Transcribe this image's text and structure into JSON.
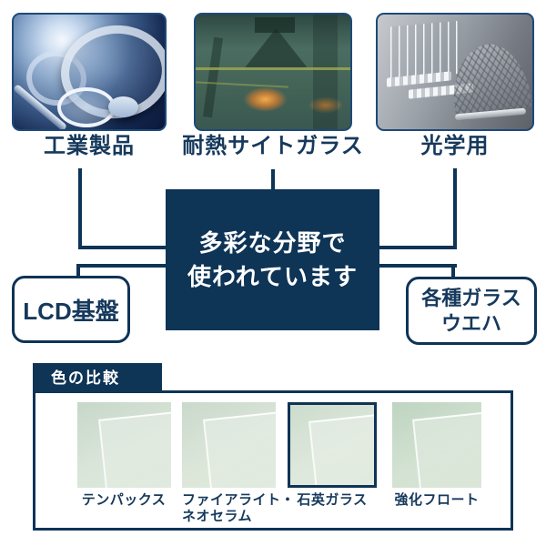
{
  "colors": {
    "accent_navy": "#0e3456",
    "label_text": "#16395c",
    "photo_border": "#1e4a78",
    "panel_bg": "#ffffff",
    "glass_sample_green": "#cfdecf",
    "factory_glow_orange": "#ff8c28"
  },
  "top_items": [
    {
      "label": "工業製品",
      "image": "glass-discs-photo"
    },
    {
      "label": "耐熱サイトガラス",
      "image": "factory-interior-photo"
    },
    {
      "label": "光学用",
      "image": "optical-glass-photo"
    }
  ],
  "center_box": {
    "text": "多彩な分野で\n使われています"
  },
  "left_box": {
    "label": "LCD基盤"
  },
  "right_box": {
    "label": "各種ガラス\nウエハ"
  },
  "comparison": {
    "title": "色の比較",
    "samples": [
      {
        "label": "テンパックス",
        "highlighted": false
      },
      {
        "label": "ファイアライト・\nネオセラム",
        "highlighted": false
      },
      {
        "label": "石英ガラス",
        "highlighted": true
      },
      {
        "label": "強化フロート",
        "highlighted": false
      }
    ]
  }
}
